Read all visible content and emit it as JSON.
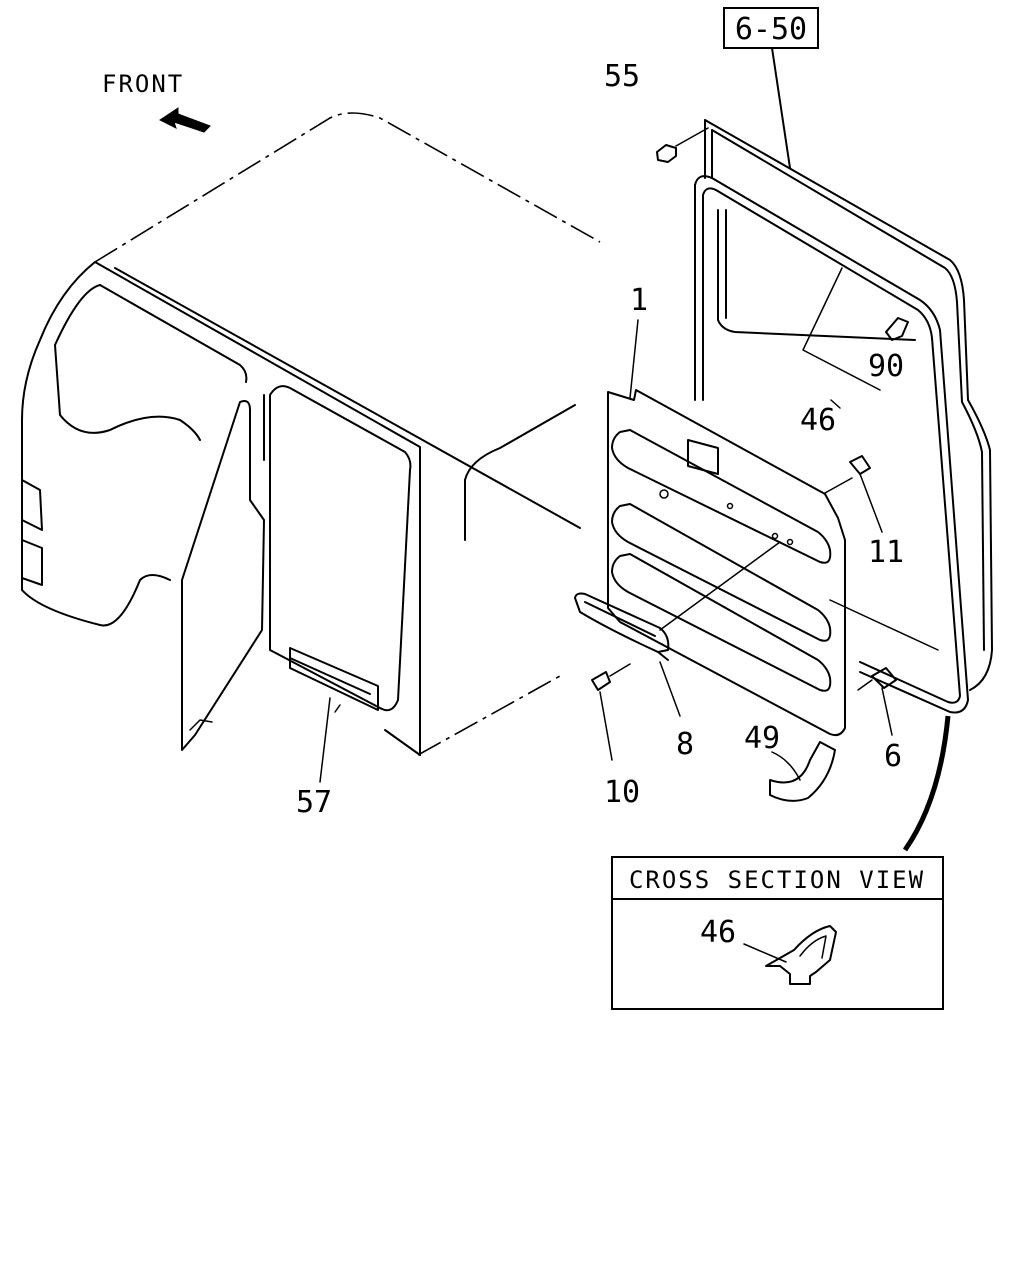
{
  "front_label": "FRONT",
  "ref_box": "6-50",
  "callouts": {
    "c55": "55",
    "c1": "1",
    "c90": "90",
    "c46": "46",
    "c11": "11",
    "c8": "8",
    "c10": "10",
    "c49": "49",
    "c6": "6",
    "c57": "57"
  },
  "cross_section": {
    "title": "CROSS SECTION VIEW",
    "callout": "46"
  }
}
